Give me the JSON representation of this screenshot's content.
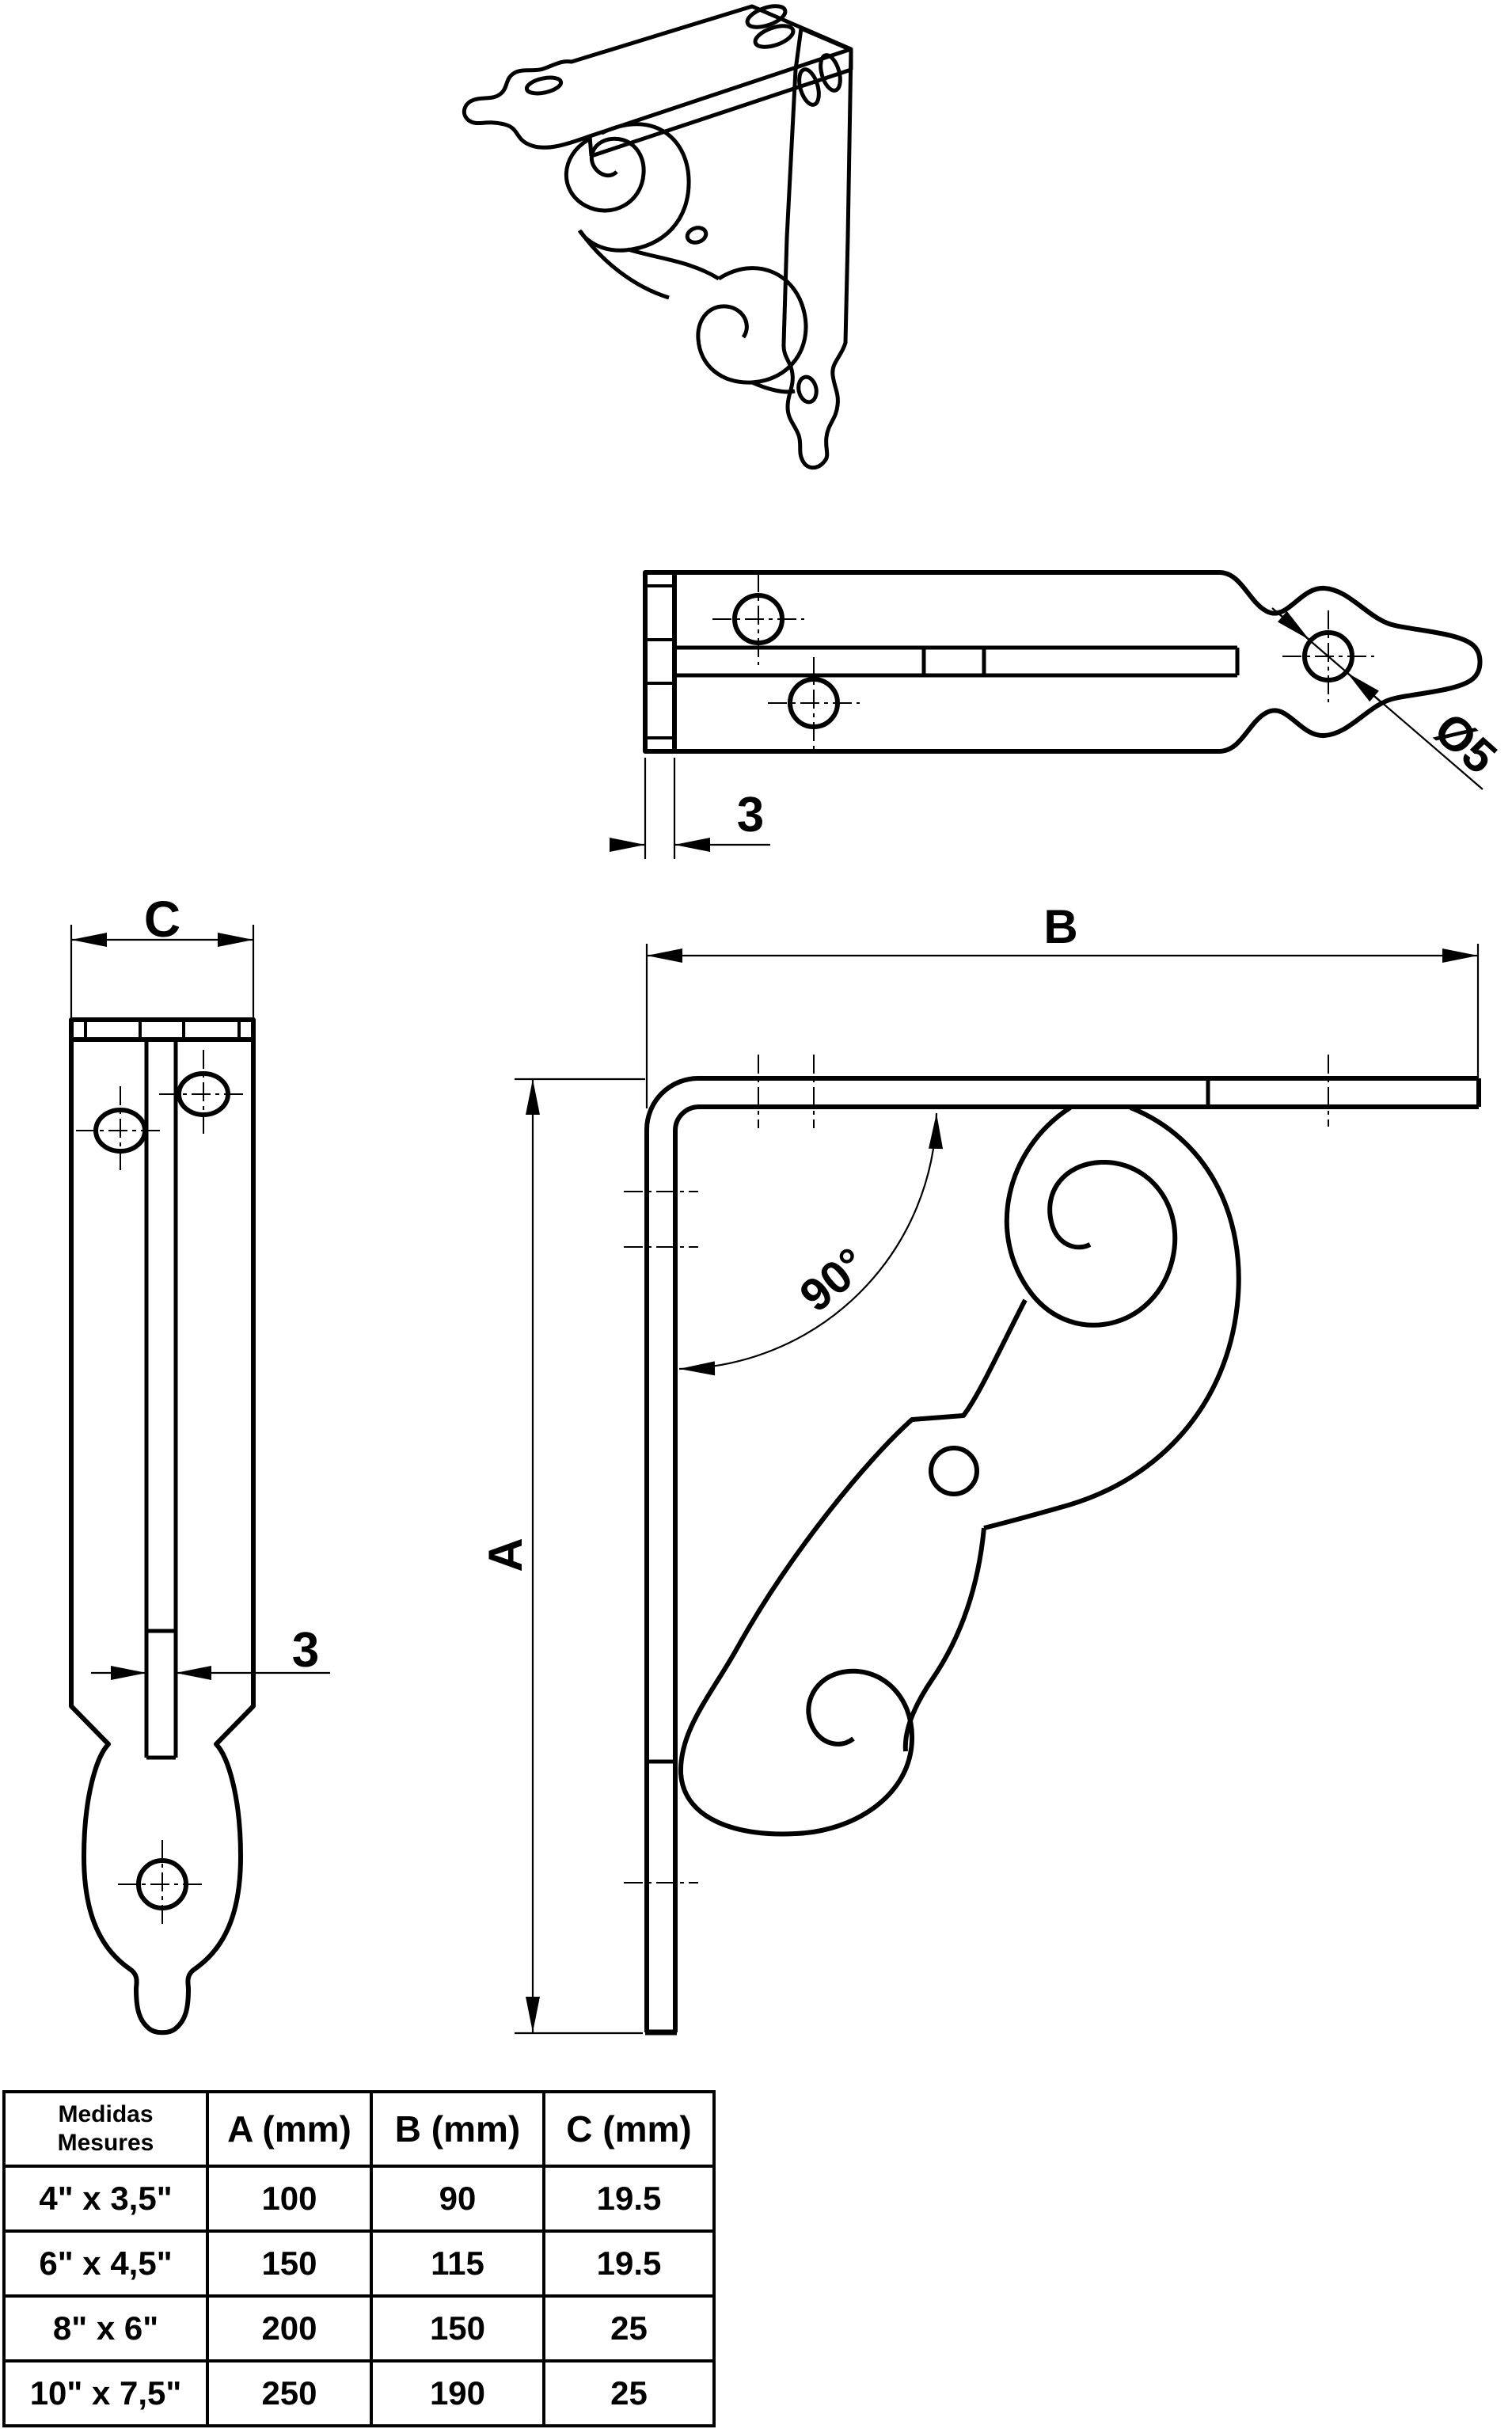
{
  "drawing": {
    "type": "technical-drawing",
    "subject": "ornamental scroll shelf bracket",
    "views": [
      "perspective",
      "top",
      "side",
      "front"
    ],
    "line_color": "#000000",
    "background_color": "#ffffff"
  },
  "labels": {
    "depth": "C",
    "width": "B",
    "height": "A",
    "thickness_top_view": "3",
    "thickness_side_view": "3",
    "hole_diameter": "Ø5",
    "bend_angle": "90°"
  },
  "table": {
    "header": {
      "size_line1": "Medidas",
      "size_line2": "Mesures",
      "col_a": "A (mm)",
      "col_b": "B (mm)",
      "col_c": "C (mm)"
    },
    "rows": [
      {
        "size": "4\" x 3,5\"",
        "a": "100",
        "b": "90",
        "c": "19.5"
      },
      {
        "size": "6\" x 4,5\"",
        "a": "150",
        "b": "115",
        "c": "19.5"
      },
      {
        "size": "8\" x 6\"",
        "a": "200",
        "b": "150",
        "c": "25"
      },
      {
        "size": "10\" x 7,5\"",
        "a": "250",
        "b": "190",
        "c": "25"
      }
    ]
  }
}
